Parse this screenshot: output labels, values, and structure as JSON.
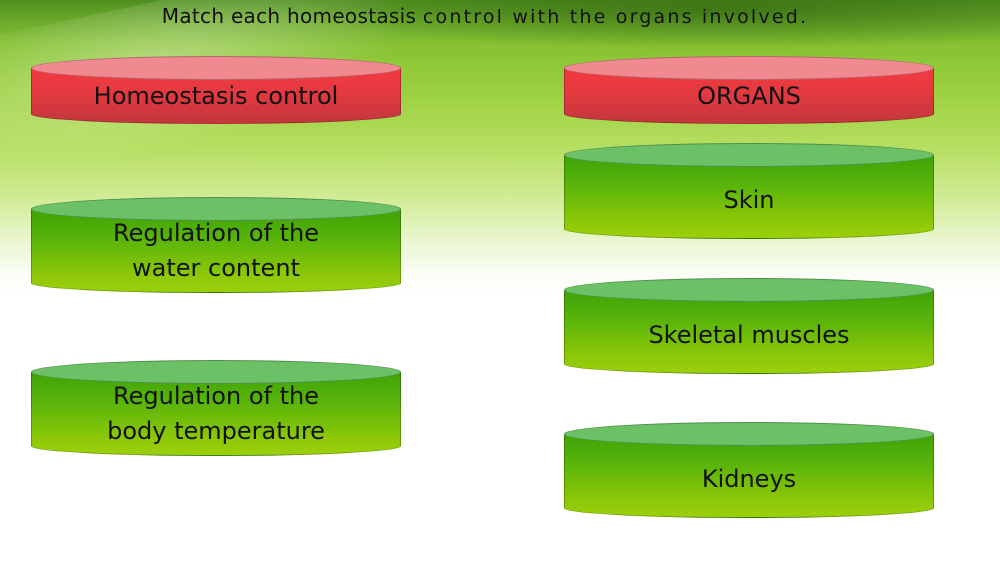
{
  "instruction": {
    "part1": "Match each homeostasis",
    "part2": "control with the organs involved."
  },
  "columns": {
    "left_header": "Homeostasis control",
    "right_header": "ORGANS"
  },
  "controls": [
    {
      "line1": "Regulation of the",
      "line2": "water content"
    },
    {
      "line1": "Regulation of the",
      "line2": "body temperature"
    }
  ],
  "organs": [
    {
      "label": "Skin"
    },
    {
      "label": "Skeletal muscles"
    },
    {
      "label": "Kidneys"
    }
  ],
  "colors": {
    "header_red": "#e63940",
    "item_green": "#58b40a",
    "background_green": "#86c232"
  }
}
